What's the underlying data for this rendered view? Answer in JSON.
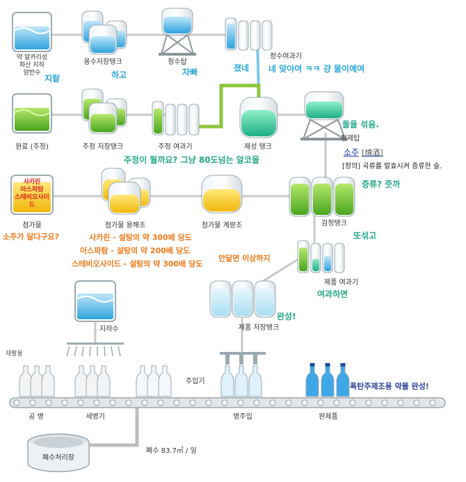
{
  "nodes": {
    "groundwater_source": "약 알카리성\n화산 지하\n암반수",
    "storage_tank": "용수저장탱크",
    "water_tower": "정수탑",
    "water_filter": "정수여과기",
    "raw_material": "원료 (주정)",
    "alcohol_tank": "주정 저장탱크",
    "alcohol_filter": "주정 여과기",
    "blend_tank": "제성 탱크",
    "refine_tower": "정제탑",
    "additive": "첨가물",
    "additive_dissolve": "첨가물 용해조",
    "additive_measure": "첨가물 계량조",
    "inspect_tank": "검정탱크",
    "product_filter": "제품 여과기",
    "product_storage": "제품 저장탱크",
    "groundwater": "지하수",
    "recycle": "재활용",
    "filler": "주입기",
    "empty_bottle": "공 병",
    "washer": "세병기",
    "bottling": "병주입",
    "finished": "완제품",
    "wastewater_plant": "폐수처리장",
    "wastewater_flow": "폐수 83.7㎥ / 일"
  },
  "additive_box": [
    "사카린",
    "아스파탐",
    "스테비오사이드"
  ],
  "comments": {
    "c1": "지랄",
    "c2": "하고",
    "c3": "자빠",
    "c4": "졌네",
    "c5": "네 맞아여 ㅋㅋ 걍 물이에여",
    "c6": "돌을 섞음.",
    "c7": "주정이 뭘까요? 그냥 80도넘는 알코올",
    "c8": "증류? 줏까",
    "c9": "또섞고",
    "c10": "소주가 달다구요?",
    "c11": "사카린 - 설탕의 약 300배 당도",
    "c12": "아스파탐 - 설탕의 약 200배 당도",
    "c13": "스테비오사이드 - 설탕의 약 300배 당도",
    "c14": "안달면 이상하지",
    "c15": "여과하면",
    "c16": "완성!",
    "c17": "폭탄주제조용 약물 완성!"
  },
  "definition": {
    "term": "소주",
    "hanja": "[燒酒]",
    "text": "[정의] 곡류를 발효시켜 증류한 술."
  },
  "colors": {
    "water": "#4fb8e8",
    "alcohol": "#6cc13a",
    "blend": "#2fc79a",
    "additive": "#f3c41a",
    "pipe": "#c8c8c8",
    "pipe_green": "#8cc63e",
    "pipe_blue": "#7fc5ea"
  }
}
